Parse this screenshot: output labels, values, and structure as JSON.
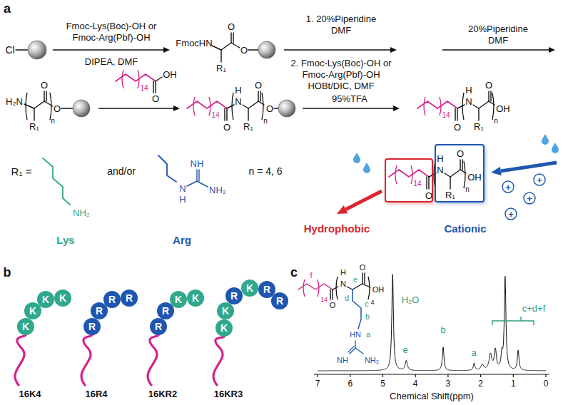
{
  "diagram": {
    "nodes": [
      {
        "text": [
          "Hydrophobic"
        ]
      },
      {
        "text": [
          "Cationic"
        ]
      },
      {
        "text": [
          "K"
        ]
      },
      {
        "text": [
          "K"
        ]
      },
      {
        "text": [
          "K"
        ]
      },
      {
        "text": [
          "K"
        ]
      },
      {
        "text": [
          "R"
        ]
      },
      {
        "text": [
          "R"
        ]
      },
      {
        "text": [
          "R"
        ]
      },
      {
        "text": [
          "R"
        ]
      },
      {
        "text": [
          "R"
        ]
      },
      {
        "text": [
          "R"
        ]
      },
      {
        "text": [
          "K"
        ]
      },
      {
        "text": [
          "K"
        ]
      },
      {
        "text": [
          "K"
        ]
      },
      {
        "text": [
          "K"
        ]
      },
      {
        "text": [
          "R"
        ]
      },
      {
        "text": [
          "K"
        ]
      },
      {
        "text": [
          "R"
        ]
      },
      {
        "text": [
          "R"
        ]
      }
    ],
    "labels": [
      "a",
      "b",
      "c",
      "Cl",
      "Fmoc-Lys(Boc)-OH or",
      "Fmoc-Arg(Pbf)-OH",
      "DIPEA, DMF",
      "FmocHN",
      "O",
      "O",
      "R₁",
      "1. 20%Piperidine",
      "DMF",
      "2. Fmoc-Lys(Boc)-OH or",
      "Fmoc-Arg(Pbf)-OH",
      "HOBt/DIC, DMF",
      "20%Piperidine",
      "DMF",
      "H₂N",
      "O",
      "O",
      "R₁",
      "n",
      "14",
      "O",
      "OH",
      "14",
      "O",
      "H",
      "N",
      "O",
      "O",
      "R₁",
      "n",
      "95%TFA",
      "14",
      "O",
      "H",
      "N",
      "O",
      "OH",
      "R₁",
      "n",
      "R₁ =",
      "NH₂",
      "Lys",
      "and/or",
      "N",
      "H",
      "NH",
      "NH₂",
      "Arg",
      "n = 4, 6",
      "14",
      "O",
      "H",
      "N",
      "O",
      "OH",
      "R₁",
      "n",
      "+",
      "+",
      "+",
      "+",
      "16K4",
      "16R4",
      "16KR2",
      "16KR3",
      "f",
      "14",
      "O",
      "H",
      "N",
      "e",
      "O",
      "OH",
      "4",
      "d",
      "c",
      "b",
      "a",
      "HN",
      "NH",
      "NH₂",
      "H₂O",
      "e",
      "b",
      "a",
      "c+d+f",
      "7",
      "6",
      "5",
      "4",
      "3",
      "2",
      "1",
      "0",
      "Chemical Shift(ppm)"
    ]
  }
}
